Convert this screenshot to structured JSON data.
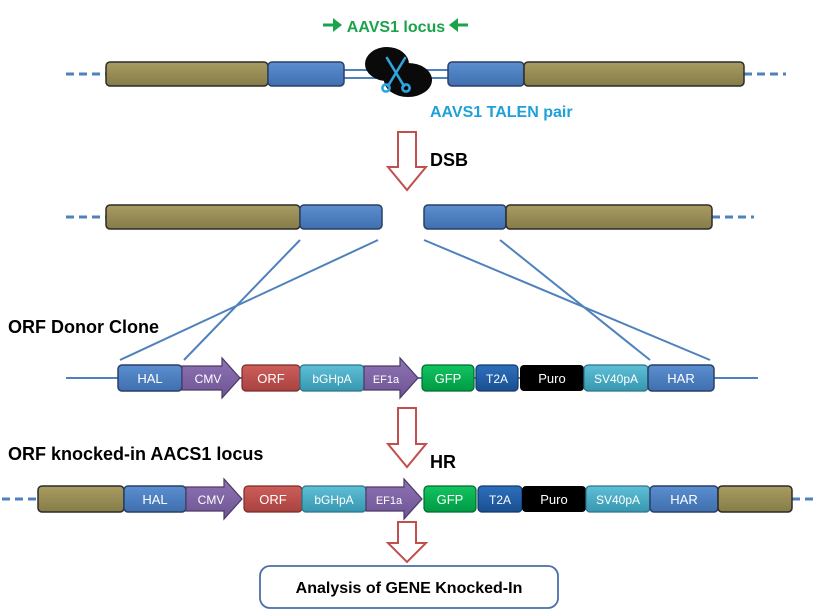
{
  "locus": {
    "title": "AAVS1 locus",
    "talen_label": "AAVS1 TALEN pair",
    "arrow_color": "#1aa34a",
    "talen_color": "#1fa0d8"
  },
  "steps": {
    "dsb": "DSB",
    "hr": "HR"
  },
  "donor": {
    "title": "ORF Donor Clone",
    "elements": {
      "hal": "HAL",
      "cmv": "CMV",
      "orf": "ORF",
      "bghpa": "bGHpA",
      "ef1a": "EF1a",
      "gfp": "GFP",
      "t2a": "T2A",
      "puro": "Puro",
      "sv40pa": "SV40pA",
      "har": "HAR"
    }
  },
  "knockin": {
    "title": "ORF knocked-in AACS1 locus"
  },
  "analysis": {
    "label": "Analysis of GENE Knocked-In"
  },
  "colors": {
    "locus_block": "#948a54",
    "homology_arm": "#4f81bd",
    "promoter": "#8064a2",
    "orf": "#c0504d",
    "polyA": "#4bacc6",
    "gfp": "#00b050",
    "t2a": "#1f5ea8",
    "puro": "#000000",
    "line": "#4f81bd",
    "process_arrow": "#c0504d"
  }
}
